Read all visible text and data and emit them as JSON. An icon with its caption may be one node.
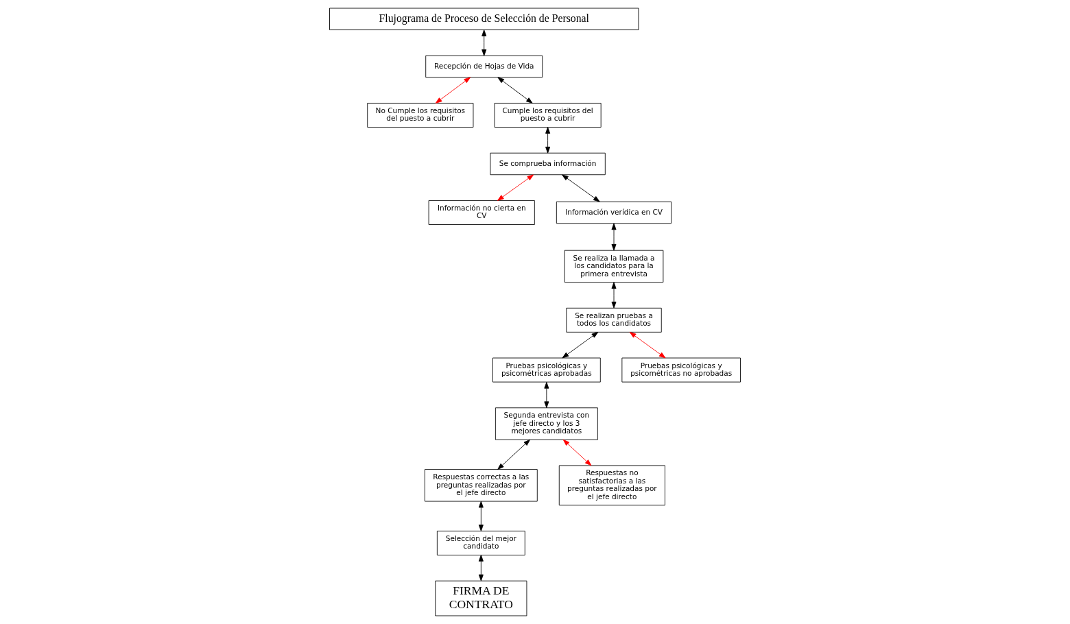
{
  "diagram": {
    "nodes": [
      {
        "text": [
          "Flujograma de Proceso de Selección de Personal"
        ]
      },
      {
        "text": [
          "Recepción de Hojas de Vida"
        ]
      },
      {
        "text": [
          "No Cumple los requisitos del puesto a cubrir"
        ]
      },
      {
        "text": [
          "Cumple los requisitos del puesto a cubrir"
        ]
      },
      {
        "text": [
          "Se comprueba información"
        ]
      },
      {
        "text": [
          "Información no cierta en CV"
        ]
      },
      {
        "text": [
          "Información verídica en CV"
        ]
      },
      {
        "text": [
          "Respuestas correctas a las preguntas realizadas por el jefe directo"
        ]
      },
      {
        "text": [
          "Segunda entrevista con jefe directo y los 3 mejores candidatos"
        ]
      },
      {
        "text": [
          "Pruebas psicológicas y psicométricas aprobadas"
        ]
      },
      {
        "text": [
          "Se realiza la llamada a los candidatos para la primera entrevista"
        ]
      },
      {
        "text": [
          "Selección del mejor candidato"
        ]
      },
      {
        "text": [
          "Respuestas no satisfactorias a las preguntas realizadas por el jefe directo"
        ]
      },
      {
        "text": [
          "Pruebas psicológicas y psicométricas no aprobadas"
        ]
      },
      {
        "text": [
          "Se realizan pruebas a todos los candidatos"
        ]
      },
      {
        "text": [
          "FIRMA DE CONTRATO"
        ]
      }
    ],
    "edges": [
      {
        "from": 0,
        "to": 1,
        "arrow": "both"
      },
      {
        "from": 1,
        "to": 2,
        "arrow": "both",
        "color": "#ff0000"
      },
      {
        "from": 1,
        "to": 3,
        "arrow": "both"
      },
      {
        "from": 3,
        "to": 4,
        "arrow": "both"
      },
      {
        "from": 4,
        "to": 5,
        "arrow": "both",
        "color": "#ff0000"
      },
      {
        "from": 4,
        "to": 6,
        "arrow": "both"
      },
      {
        "from": 6,
        "to": 10,
        "arrow": "both"
      },
      {
        "from": 10,
        "to": 14,
        "arrow": "both"
      },
      {
        "from": 14,
        "to": 9,
        "arrow": "both"
      },
      {
        "from": 14,
        "to": 13,
        "arrow": "both",
        "color": "#ff0000"
      },
      {
        "from": 9,
        "to": 8,
        "arrow": "both"
      },
      {
        "from": 8,
        "to": 7,
        "arrow": "both"
      },
      {
        "from": 8,
        "to": 12,
        "arrow": "both",
        "color": "#ff0000"
      },
      {
        "from": 7,
        "to": 11,
        "arrow": "both"
      },
      {
        "from": 11,
        "to": 15,
        "arrow": "both"
      }
    ]
  }
}
